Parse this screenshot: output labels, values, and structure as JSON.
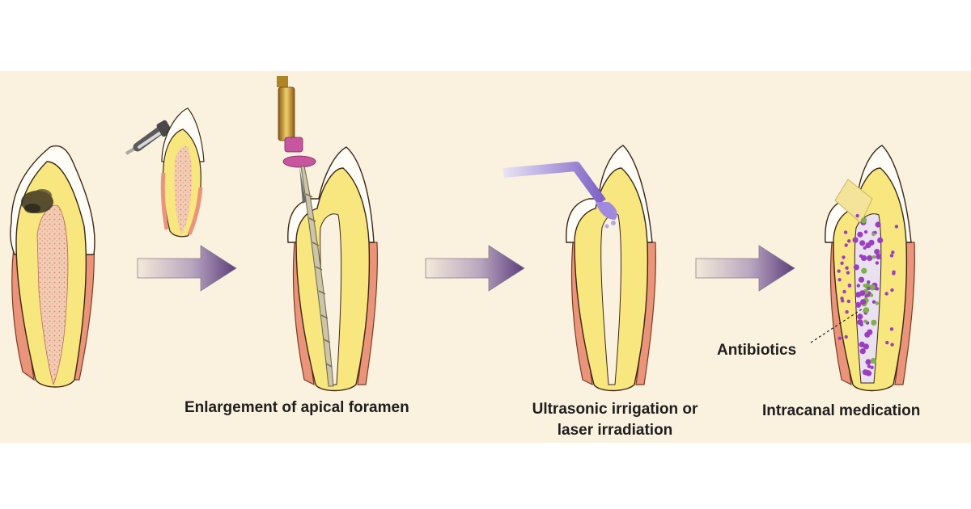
{
  "steps": [
    {
      "caption": "Enlargement of apical foramen"
    },
    {
      "caption_line1": "Ultrasonic irrigation or",
      "caption_line2": "laser irradiation"
    },
    {
      "caption": "Intracanal medication"
    }
  ],
  "annotation": {
    "label": "Antibiotics"
  },
  "colors": {
    "background_band": "#fbf1df",
    "enamel": "#fffdf6",
    "dentin": "#f8e67e",
    "pulp": "#efc2a6",
    "cementum": "#ea957a",
    "arrow": "#5c3d7a",
    "antibiotic_dot": "#9b3fc0",
    "file_handle": "#c9962c",
    "file_stopper": "#c8559f"
  },
  "icons": [
    "tooth-carious-icon",
    "dental-drill-icon",
    "endodontic-file-icon",
    "irrigation-tip-icon",
    "temporary-filling-icon",
    "process-arrow-icon"
  ]
}
